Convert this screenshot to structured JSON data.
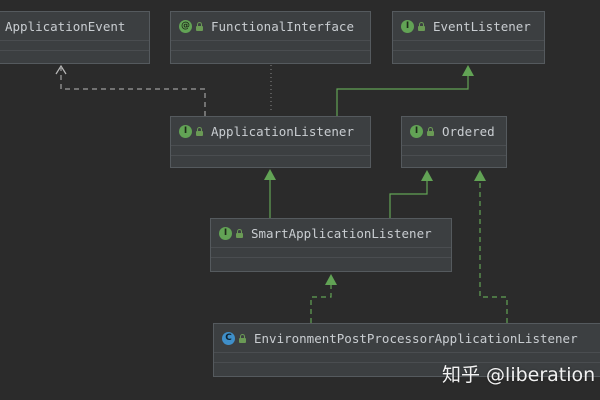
{
  "diagram": {
    "colors": {
      "background": "#2b2b2b",
      "interface_badge": "#62a355",
      "class_badge": "#3f8fc9",
      "arrow": "#62a355",
      "dashed_dependency": "#b9b9b9"
    },
    "nodes": [
      {
        "id": "ApplicationEvent",
        "label": "ApplicationEvent",
        "badge": "",
        "kind": "class"
      },
      {
        "id": "FunctionalInterface",
        "label": "FunctionalInterface",
        "badge": "@",
        "kind": "annotation"
      },
      {
        "id": "EventListener",
        "label": "EventListener",
        "badge": "I",
        "kind": "interface"
      },
      {
        "id": "ApplicationListener",
        "label": "ApplicationListener",
        "badge": "I",
        "kind": "interface"
      },
      {
        "id": "Ordered",
        "label": "Ordered",
        "badge": "I",
        "kind": "interface"
      },
      {
        "id": "SmartApplicationListener",
        "label": "SmartApplicationListener",
        "badge": "I",
        "kind": "interface"
      },
      {
        "id": "EnvironmentPostProcessorApplicationListener",
        "label": "EnvironmentPostProcessorApplicationListener",
        "badge": "C",
        "kind": "class"
      }
    ],
    "edges": [
      {
        "from": "ApplicationListener",
        "to": "ApplicationEvent",
        "style": "dashed-dependency"
      },
      {
        "from": "ApplicationListener",
        "to": "FunctionalInterface",
        "style": "dotted"
      },
      {
        "from": "ApplicationListener",
        "to": "EventListener",
        "style": "extends"
      },
      {
        "from": "SmartApplicationListener",
        "to": "ApplicationListener",
        "style": "extends"
      },
      {
        "from": "SmartApplicationListener",
        "to": "Ordered",
        "style": "extends"
      },
      {
        "from": "EnvironmentPostProcessorApplicationListener",
        "to": "SmartApplicationListener",
        "style": "implements"
      },
      {
        "from": "EnvironmentPostProcessorApplicationListener",
        "to": "Ordered",
        "style": "implements"
      }
    ]
  },
  "watermark": {
    "text": "知乎 @liberation"
  }
}
